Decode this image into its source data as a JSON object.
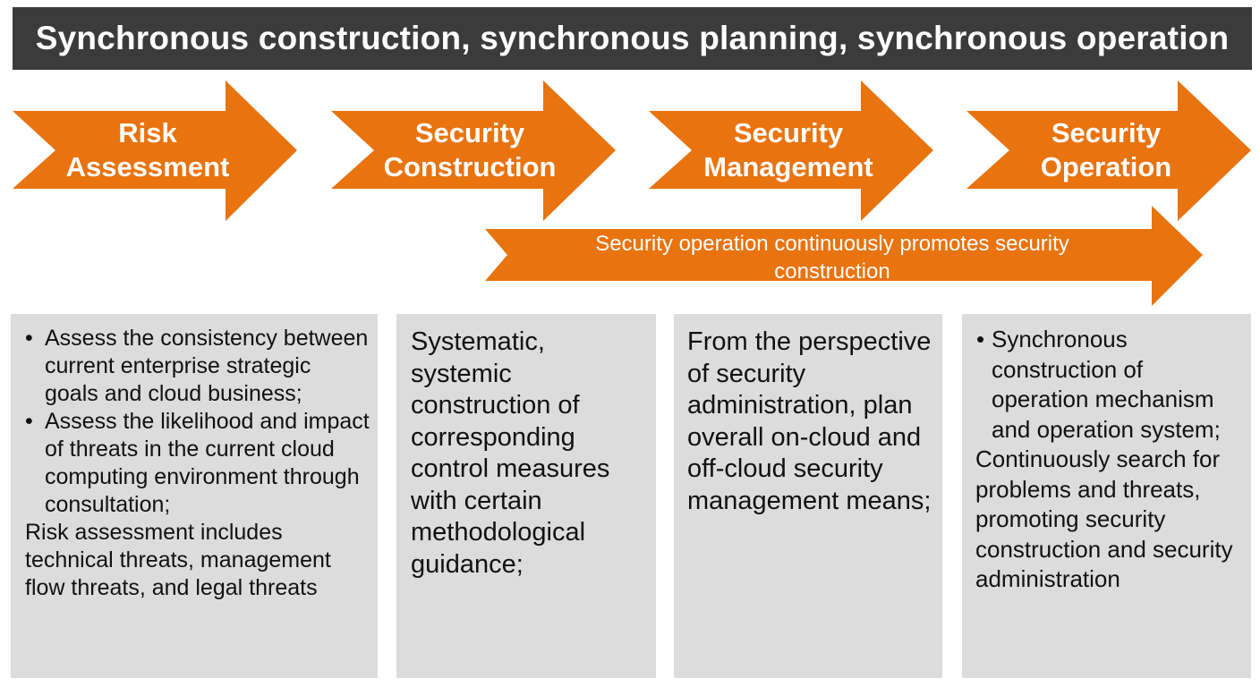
{
  "title": "Synchronous construction, synchronous planning, synchronous operation",
  "colors": {
    "title_bg": "#3b3b3b",
    "arrow": "#e8730f",
    "box_bg": "#dcdcdc",
    "text": "#111111"
  },
  "stages": [
    {
      "line1": "Risk",
      "line2": "Assessment"
    },
    {
      "line1": "Security",
      "line2": "Construction"
    },
    {
      "line1": "Security",
      "line2": "Management"
    },
    {
      "line1": "Security",
      "line2": "Operation"
    }
  ],
  "banner": {
    "line1": "Security operation continuously promotes security",
    "line2": "construction"
  },
  "boxes": [
    {
      "bullets": [
        "Assess the consistency between current enterprise strategic goals and cloud business;",
        "Assess the likelihood and impact of threats in the current cloud computing environment through consultation;"
      ],
      "text": "Risk assessment includes technical threats, management flow threats, and legal threats"
    },
    {
      "text": "Systematic, systemic construction of corresponding control measures with certain methodological guidance;"
    },
    {
      "text": "From the perspective of security administration, plan overall on-cloud and off-cloud security management means;"
    },
    {
      "bullets": [
        "Synchronous construction of operation mechanism and operation system;"
      ],
      "text": "Continuously search for problems and threats, promoting security construction and security administration"
    }
  ]
}
